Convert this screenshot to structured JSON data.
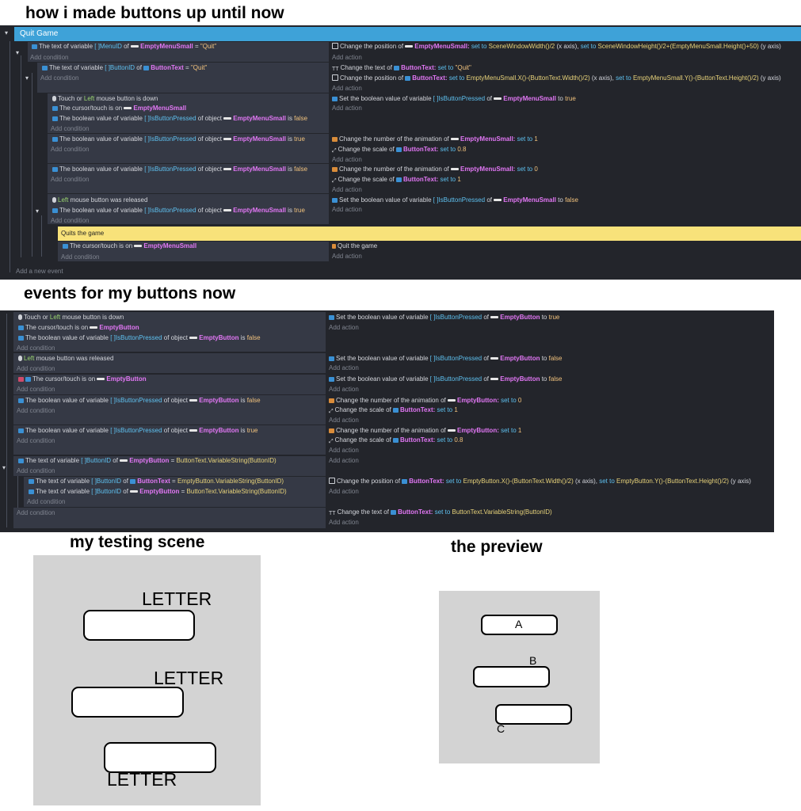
{
  "headings": {
    "old": "how i made buttons up until now",
    "new": "events for my buttons now",
    "scene": "my testing scene",
    "preview": "the preview"
  },
  "common": {
    "add_condition": "Add condition",
    "add_action": "Add action",
    "add_new_event": "Add a new event"
  },
  "old_sheet": {
    "group_title": "Quit Game",
    "comment": "Quits the game"
  },
  "scene": {
    "label": "LETTER"
  },
  "preview": {
    "labels": [
      "A",
      "B",
      "C"
    ]
  },
  "colors": {
    "group_bar": "#3ea2d8",
    "comment_bar": "#f8e27a",
    "sheet_bg": "#23252b",
    "condition_bg": "#353945",
    "object_name": "#e277f5",
    "variable": "#5ec1f0",
    "panel": "#d3d3d3"
  }
}
